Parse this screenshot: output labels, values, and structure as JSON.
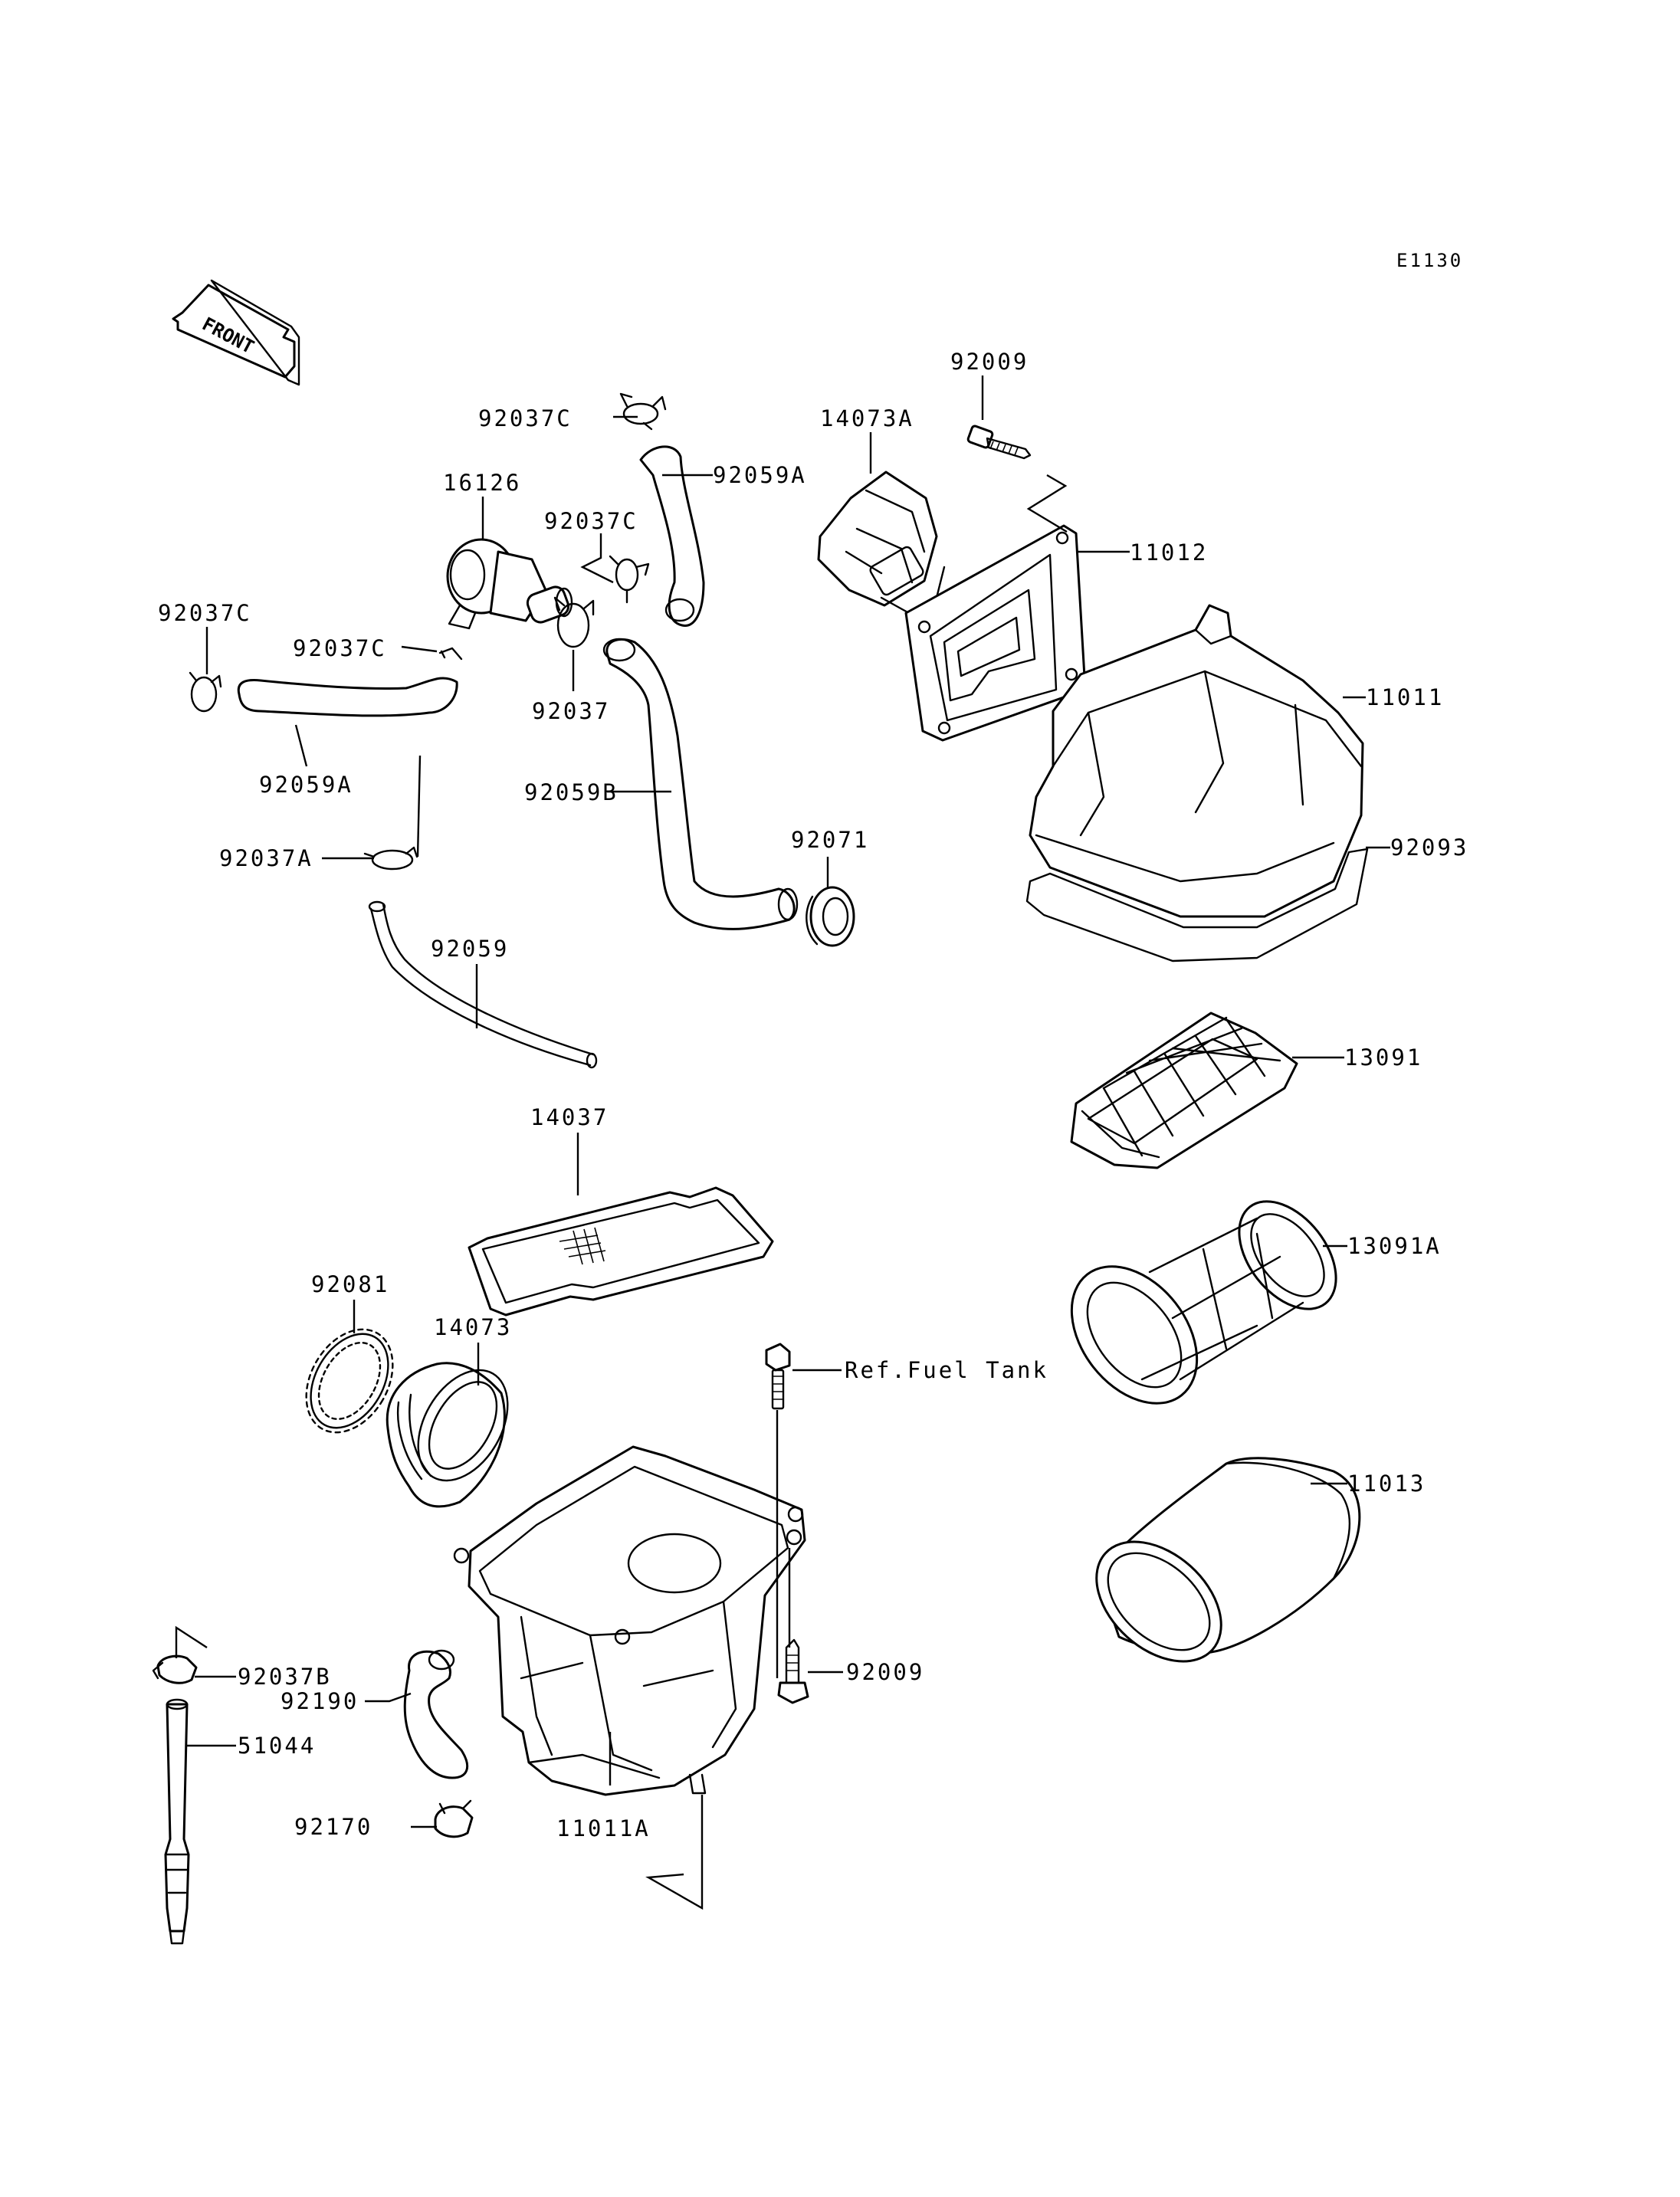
{
  "diagram_code": "E1130",
  "front_label": "FRONT",
  "parts": [
    {
      "id": "p92009_top",
      "label": "92009"
    },
    {
      "id": "p92037C_top",
      "label": "92037C"
    },
    {
      "id": "p14073A",
      "label": "14073A"
    },
    {
      "id": "p92059A_top",
      "label": "92059A"
    },
    {
      "id": "p16126",
      "label": "16126"
    },
    {
      "id": "p92037C_mid",
      "label": "92037C"
    },
    {
      "id": "p11012",
      "label": "11012"
    },
    {
      "id": "p92037C_left",
      "label": "92037C"
    },
    {
      "id": "p92037C_small",
      "label": "92037C"
    },
    {
      "id": "p11011",
      "label": "11011"
    },
    {
      "id": "p92037",
      "label": "92037"
    },
    {
      "id": "p92059A_left",
      "label": "92059A"
    },
    {
      "id": "p92059B",
      "label": "92059B"
    },
    {
      "id": "p92071",
      "label": "92071"
    },
    {
      "id": "p92093",
      "label": "92093"
    },
    {
      "id": "p92037A",
      "label": "92037A"
    },
    {
      "id": "p92059",
      "label": "92059"
    },
    {
      "id": "p13091",
      "label": "13091"
    },
    {
      "id": "p14037",
      "label": "14037"
    },
    {
      "id": "p13091A",
      "label": "13091A"
    },
    {
      "id": "p92081",
      "label": "92081"
    },
    {
      "id": "p14073",
      "label": "14073"
    },
    {
      "id": "ref_fuel_tank",
      "label": "Ref.Fuel Tank"
    },
    {
      "id": "p11013",
      "label": "11013"
    },
    {
      "id": "p92037B",
      "label": "92037B"
    },
    {
      "id": "p92009_bottom",
      "label": "92009"
    },
    {
      "id": "p92190",
      "label": "92190"
    },
    {
      "id": "p51044",
      "label": "51044"
    },
    {
      "id": "p92170",
      "label": "92170"
    },
    {
      "id": "p11011A",
      "label": "11011A"
    }
  ]
}
